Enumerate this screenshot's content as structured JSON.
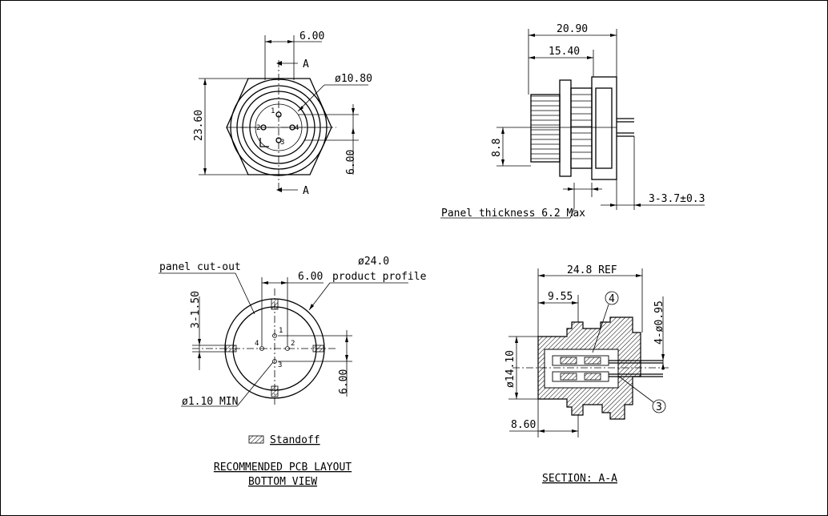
{
  "front_view": {
    "dim_top": "6.00",
    "section_top": "A",
    "section_bottom": "A",
    "dim_dia": "ø10.80",
    "dim_height": "23.60",
    "dim_right": "6.00",
    "pins": [
      "1",
      "2",
      "3",
      "4"
    ]
  },
  "side_view": {
    "dim_total": "20.90",
    "dim_body": "15.40",
    "dim_pin_height": "8.8",
    "note_panel": "Panel thickness 6.2 Max",
    "note_pins": "3-3.7±0.3"
  },
  "pcb_layout": {
    "label_cutout": "panel cut-out",
    "label_dia": "ø24.0",
    "label_profile": "product profile",
    "dim_top": "6.00",
    "dim_left": "3-1.50",
    "dim_right": "6.00",
    "dim_hole": "ø1.10 MIN",
    "pins": [
      "1",
      "2",
      "3",
      "4"
    ],
    "legend_label": "Standoff",
    "title_line1": "RECOMMENDED PCB LAYOUT",
    "title_line2": "BOTTOM VIEW"
  },
  "section_view": {
    "dim_ref": "24.8 REF",
    "dim_left": "9.55",
    "dim_dia": "ø14.10",
    "dim_pin": "4-ø0.95",
    "dim_bottom": "8.60",
    "callout_4": "4",
    "callout_3": "3",
    "title": "SECTION: A-A"
  }
}
